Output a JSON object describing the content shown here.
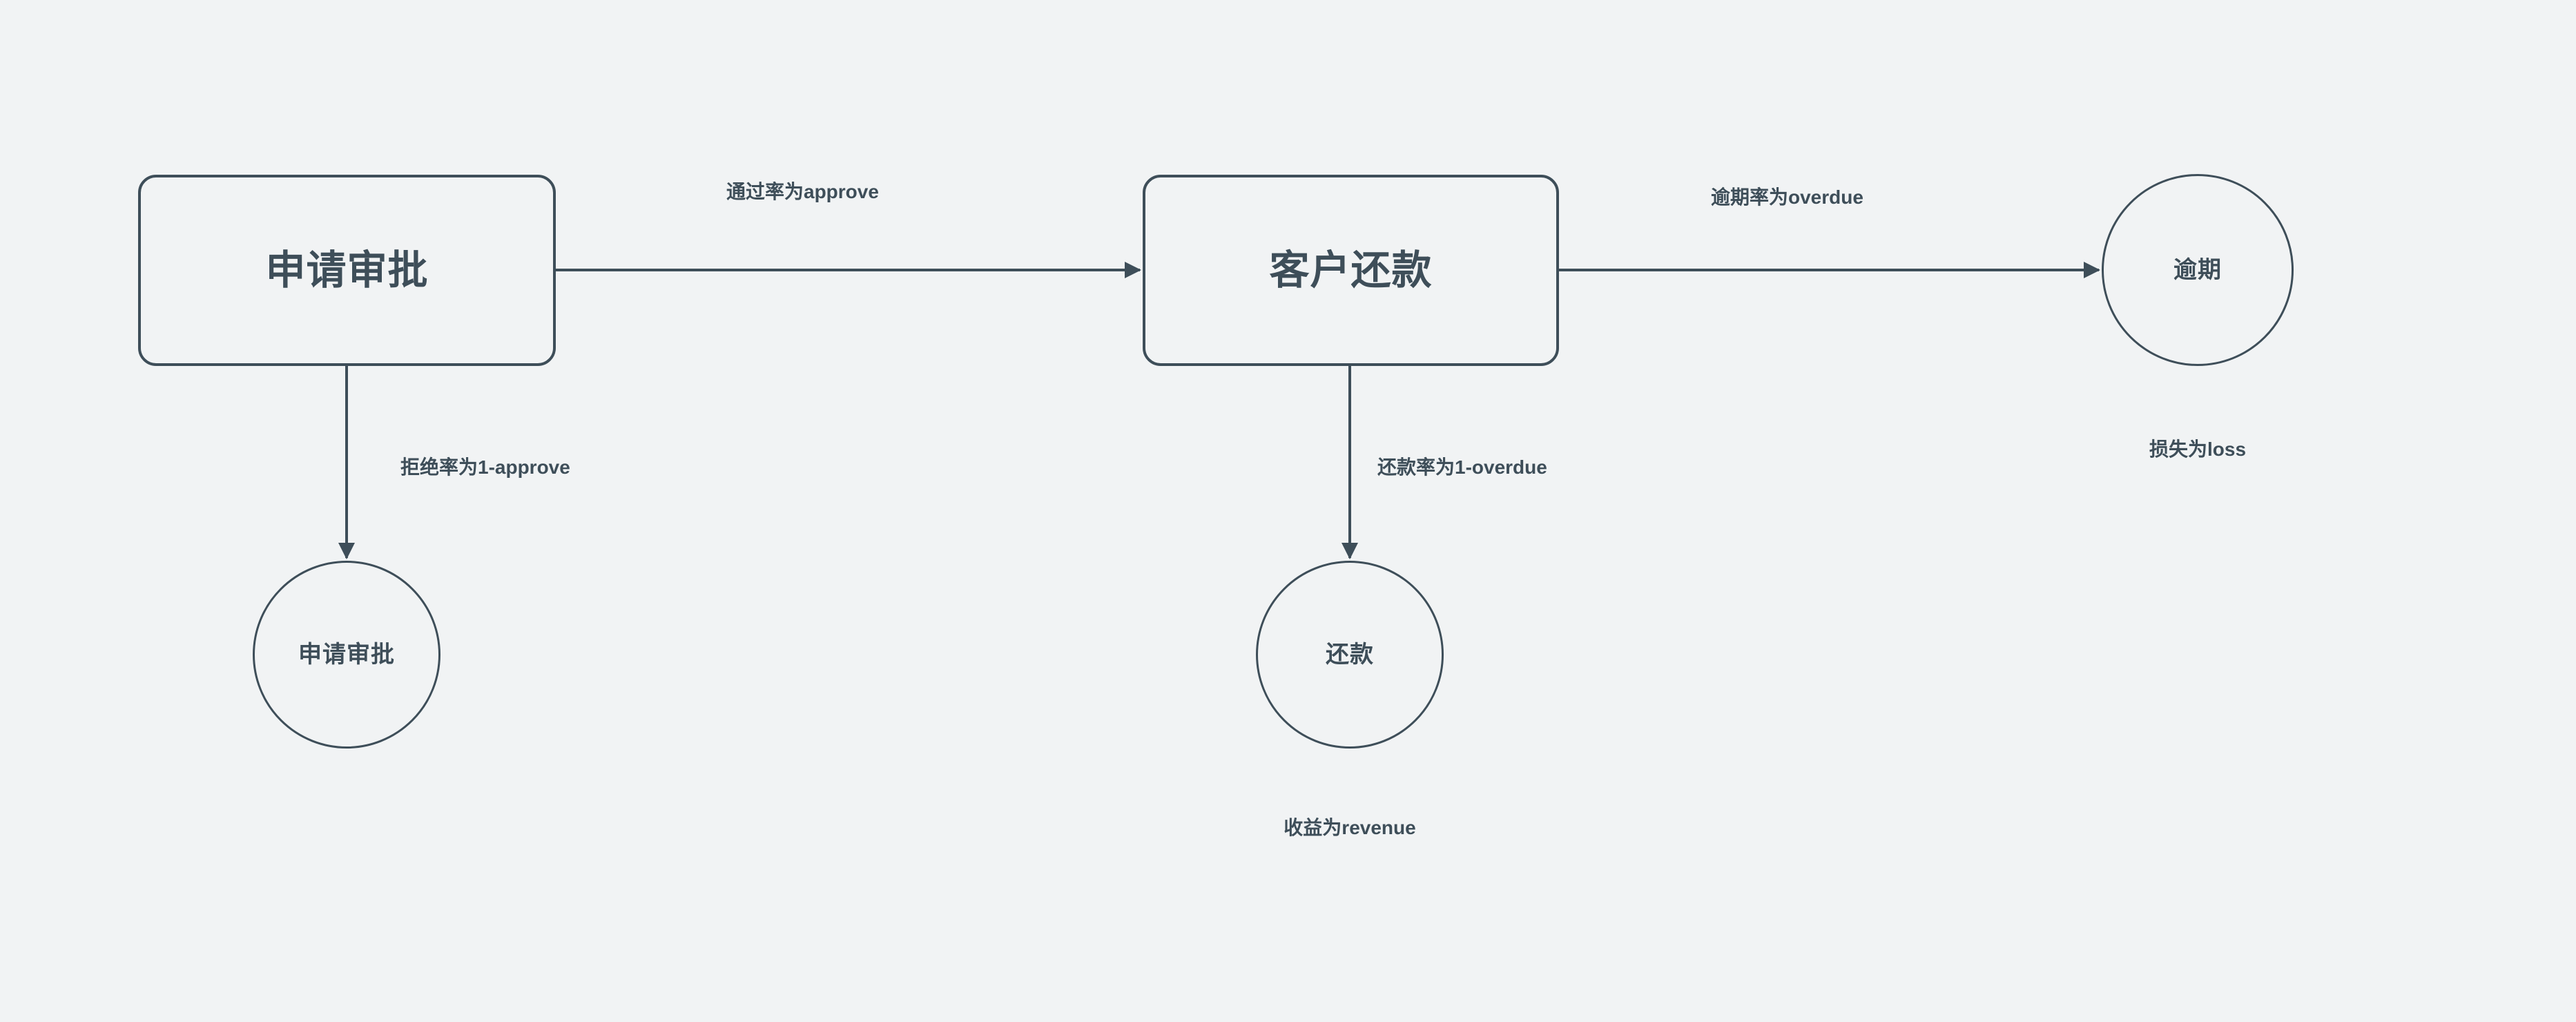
{
  "diagram": {
    "background_color": "#f1f3f4",
    "stroke_color": "#3e4e59",
    "text_color": "#3e4e59",
    "nodes": [
      {
        "id": "apply-review-process",
        "shape": "rounded-rect",
        "label": "申请审批"
      },
      {
        "id": "customer-repayment-process",
        "shape": "rounded-rect",
        "label": "客户还款"
      },
      {
        "id": "overdue-outcome",
        "shape": "circle",
        "label": "逾期"
      },
      {
        "id": "reject-outcome",
        "shape": "circle",
        "label": "申请审批"
      },
      {
        "id": "repayment-outcome",
        "shape": "circle",
        "label": "还款"
      }
    ],
    "edges": [
      {
        "id": "approve-edge",
        "from": "apply-review-process",
        "to": "customer-repayment-process",
        "label": "通过率为approve"
      },
      {
        "id": "reject-edge",
        "from": "apply-review-process",
        "to": "reject-outcome",
        "label": "拒绝率为1-approve"
      },
      {
        "id": "overdue-edge",
        "from": "customer-repayment-process",
        "to": "overdue-outcome",
        "label": "逾期率为overdue"
      },
      {
        "id": "repay-edge",
        "from": "customer-repayment-process",
        "to": "repayment-outcome",
        "label": "还款率为1-overdue"
      }
    ],
    "captions": [
      {
        "id": "loss-caption",
        "node": "overdue-outcome",
        "label": "损失为loss"
      },
      {
        "id": "revenue-caption",
        "node": "repayment-outcome",
        "label": "收益为revenue"
      }
    ]
  }
}
